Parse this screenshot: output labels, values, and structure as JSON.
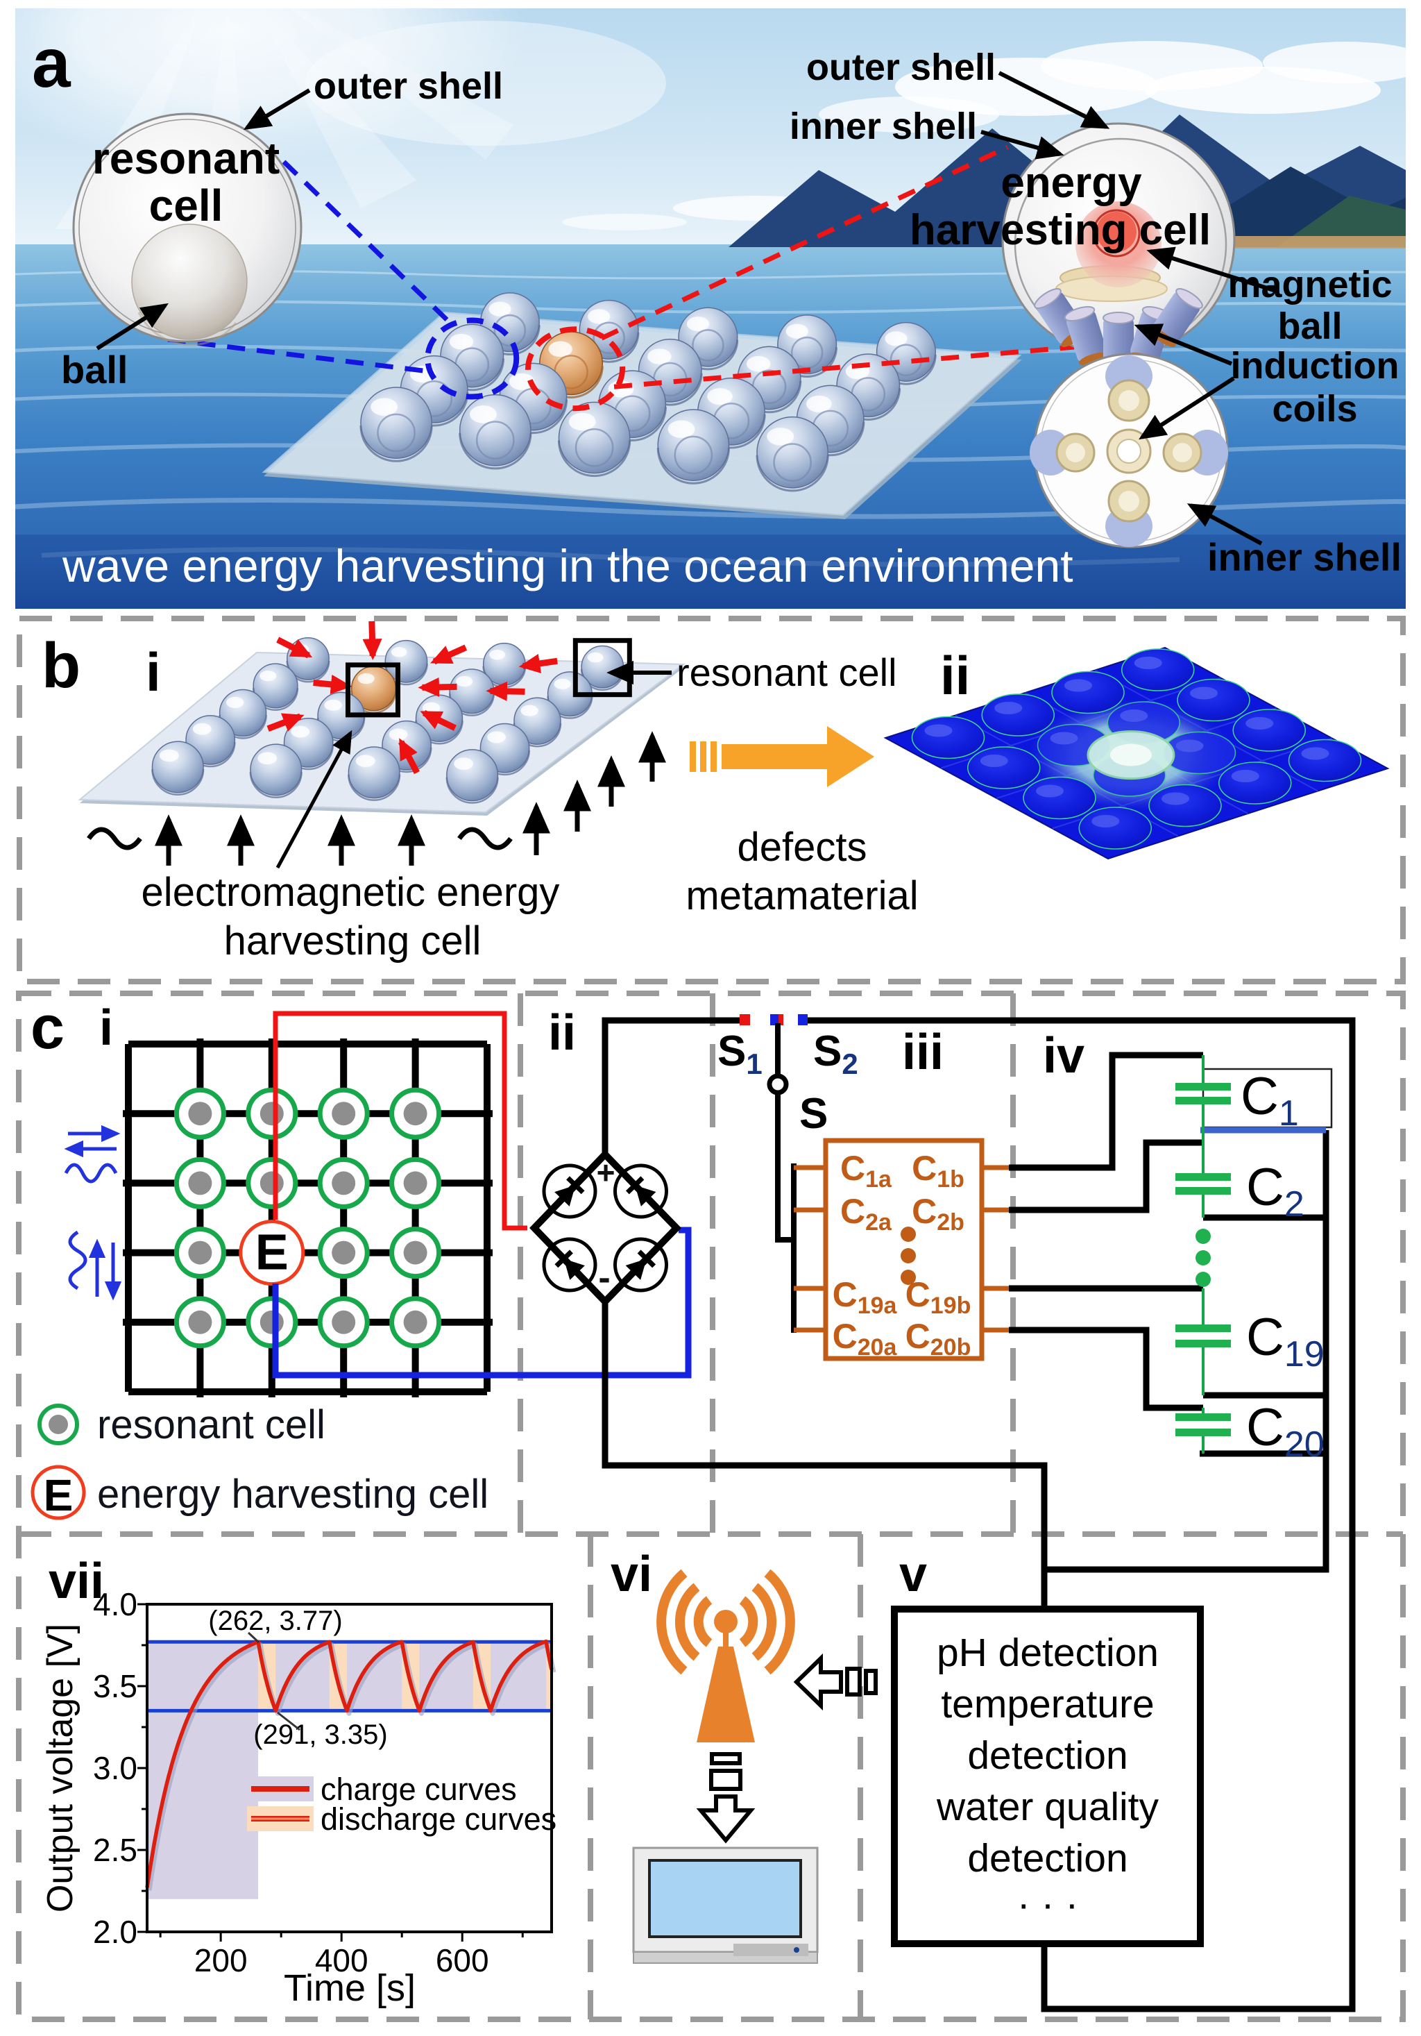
{
  "figure": {
    "panel_a": {
      "label": "a",
      "caption": "wave energy harvesting in the ocean environment",
      "left_callout": {
        "title_line1": "resonant",
        "title_line2": "cell",
        "outer_shell": "outer shell",
        "ball": "ball"
      },
      "right_callout": {
        "outer_shell": "outer shell",
        "inner_shell_top": "inner shell",
        "title_line1": "energy",
        "title_line2": "harvesting cell",
        "magnetic_line1": "magnetic",
        "magnetic_line2": "ball",
        "induction_line1": "induction",
        "induction_line2": "coils",
        "inner_shell_bottom": "inner shell"
      }
    },
    "panel_b": {
      "label": "b",
      "sub_i": "i",
      "sub_ii": "ii",
      "resonant_cell": "resonant cell",
      "emag_line1": "electromagnetic energy",
      "emag_line2": "harvesting cell",
      "arrow_line1": "defects",
      "arrow_line2": "metamaterial"
    },
    "panel_c": {
      "label": "c",
      "sub_i": "i",
      "sub_ii": "ii",
      "sub_iii": "iii",
      "sub_iv": "iv",
      "sub_v": "v",
      "sub_vi": "vi",
      "sub_vii": "vii",
      "grid_cell_letter": "E",
      "legend_resonant": "resonant cell",
      "legend_energy": "energy harvesting cell",
      "bridge_plus": "+",
      "bridge_minus": "-",
      "switch": {
        "s1_main": "S",
        "s1_sub": "1",
        "s2_main": "S",
        "s2_sub": "2",
        "s_main": "S"
      },
      "relay_box_labels": [
        {
          "main": "C",
          "sub": "1a"
        },
        {
          "main": "C",
          "sub": "1b"
        },
        {
          "main": "C",
          "sub": "2a"
        },
        {
          "main": "C",
          "sub": "2b"
        },
        {
          "main": "C",
          "sub": "19a"
        },
        {
          "main": "C",
          "sub": "19b"
        },
        {
          "main": "C",
          "sub": "20a"
        },
        {
          "main": "C",
          "sub": "20b"
        }
      ],
      "capacitors": [
        {
          "main": "C",
          "sub": "1"
        },
        {
          "main": "C",
          "sub": "2"
        },
        {
          "main": "C",
          "sub": "19"
        },
        {
          "main": "C",
          "sub": "20"
        }
      ],
      "sensor_box_lines": [
        "pH detection",
        "temperature",
        "detection",
        "water quality",
        "detection",
        "· · ·"
      ]
    },
    "colors": {
      "accent_orange": "#e8812c",
      "wire_red": "#f21414",
      "wire_blue": "#1522e0",
      "cap_green": "#1fb050",
      "relay_brown": "#c05c16",
      "dash_gray": "#9a9a9a"
    }
  },
  "chart_data": {
    "type": "line",
    "title": "",
    "xlabel": "Time [s]",
    "ylabel": "Output voltage [V]",
    "xlim": [
      78,
      748
    ],
    "ylim": [
      2.0,
      4.0
    ],
    "xticks": [
      200,
      400,
      600
    ],
    "xminor": [
      100,
      300,
      500,
      700
    ],
    "yticks": [
      "4.0",
      "3.5",
      "3.0",
      "2.5",
      "2.0"
    ],
    "ytick_values": [
      4.0,
      3.5,
      3.0,
      2.5,
      2.0
    ],
    "yminor": [
      3.75,
      3.25,
      2.75,
      2.25
    ],
    "grid": false,
    "legend_position": "inside center-right",
    "legend": [
      "charge curves",
      "discharge curves"
    ],
    "upper_threshold": 3.77,
    "lower_threshold": 3.35,
    "charge_start": [
      78,
      2.27
    ],
    "first_peak": [
      262,
      3.77
    ],
    "first_trough": [
      291,
      3.35
    ],
    "peak_times": [
      262,
      380,
      500,
      618,
      739
    ],
    "discharge_duration": 29,
    "annotations": [
      {
        "text": "(262, 3.77)",
        "x": 262,
        "y": 3.77
      },
      {
        "text": "(291, 3.35)",
        "x": 291,
        "y": 3.35
      }
    ],
    "series": [
      {
        "name": "charge curves",
        "color": "#dd1f10",
        "band_color": "#d7d1e6"
      },
      {
        "name": "discharge curves",
        "color": "#dd1f10",
        "band_color": "#fbdcbd"
      }
    ]
  }
}
